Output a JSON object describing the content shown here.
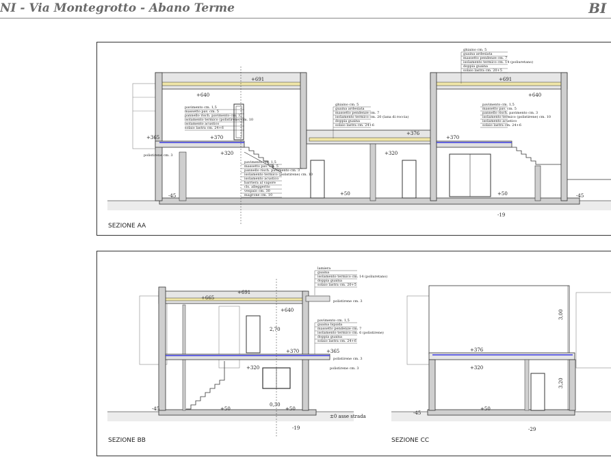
{
  "header": {
    "title_left": "NI  - Via Montegrotto - Abano Terme",
    "title_right": "BI - S"
  },
  "section_aa": {
    "caption": "SEZIONE AA",
    "levels": [
      "+691",
      "+640",
      "+376",
      "+320",
      "+365",
      "+370",
      "+50",
      "-45",
      "-19"
    ],
    "notes_left": [
      "pavimento cm. 1,5",
      "massetto pav. cm. 5",
      "pannello risch. pavimento cm. 3",
      "isolamento termico (polistirene) cm. 10",
      "isolamento acustico",
      "solaio lastra cm. 24+6"
    ],
    "notes_top": [
      "ghiaino cm. 5",
      "guaina ardesiata",
      "massetto pendenze cm. 7",
      "isolamento termico cm. 14 (poliuretano)",
      "doppia guaina",
      "solaio lastra cm. 20+5"
    ],
    "notes_mid": [
      "ghiaino cm. 5",
      "guaina ardesiata",
      "massetto pendenze cm. 7",
      "isolamento termico cm. 20 (lana di roccia)",
      "doppia guaina",
      "solaio lastra cm. 24+6"
    ],
    "notes_right": [
      "pavimento cm. 1,5",
      "massetto pav. cm. 5",
      "pannello risch. pavimento cm. 3",
      "isolamento termico (polistirene) cm. 10",
      "isolamento acustico",
      "solaio lastra cm. 24+6"
    ],
    "notes_bottom": [
      "pavimento cm. 1,5",
      "massetto pav. cm. 5",
      "pannello risch. pavimento cm. 3",
      "isolamento termico (polistirene) cm. 10",
      "isolamento acustico",
      "barriera al vapore",
      "cls. alleggerito",
      "vespaio cm. 30",
      "magrone cm. 10"
    ],
    "polystyrene": "polistirene cm. 3"
  },
  "section_bb": {
    "caption": "SEZIONE BB",
    "levels": [
      "+691",
      "+665",
      "+640",
      "+370",
      "+365",
      "+320",
      "+50",
      "-45",
      "-19"
    ],
    "dims": [
      "2,70",
      "0,30"
    ],
    "notes_top": [
      "lamiera",
      "guaina",
      "isolamento termico cm. 14 (poliuretano)",
      "doppia guaina",
      "solaio lastra cm. 20+5"
    ],
    "notes_mid": [
      "pavimento cm. 1,5",
      "guaina liquida",
      "massetto pendenze cm. 7",
      "isolamento termico cm. 6 (polistirene)",
      "doppia guaina",
      "solaio lastra cm. 24+6"
    ],
    "polystyrene": "polistirene cm. 3",
    "road": "±0 asse strada"
  },
  "section_cc": {
    "caption": "SEZIONE CC",
    "levels": [
      "+376",
      "+320",
      "+50",
      "-45",
      "-29"
    ],
    "dims": [
      "3,00",
      "3,20"
    ]
  }
}
